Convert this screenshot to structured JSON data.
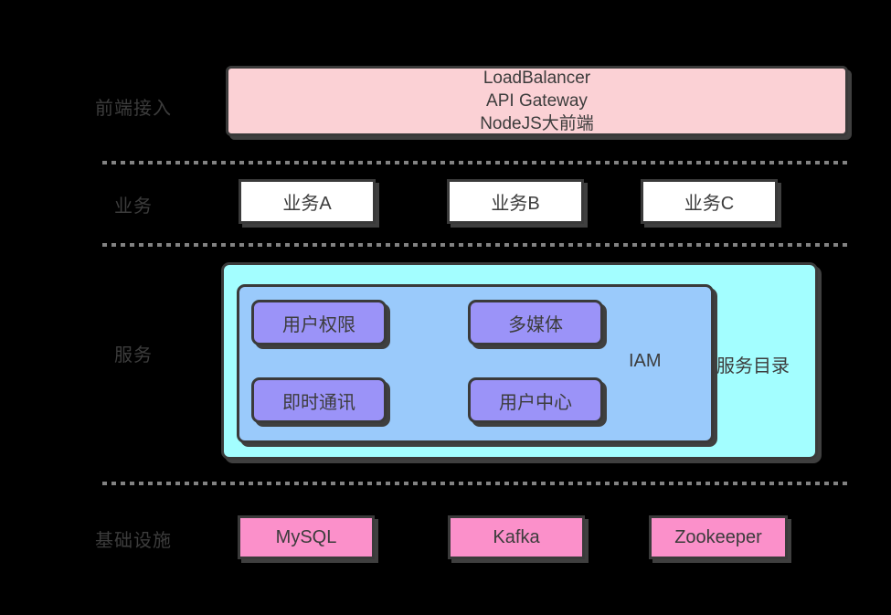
{
  "palette": {
    "background": "#000000",
    "box_border": "#3a3a3a",
    "box_shadow": "#3f3f3f",
    "dashed_line": "#828282",
    "text": "#3c3c3c",
    "frontend_fill": "#fbd1d5",
    "business_fill": "#ffffff",
    "service_catalog_fill": "#a3feff",
    "iam_fill": "#9acafb",
    "service_item_fill": "#9b93f8",
    "infrastructure_fill": "#fb90ca"
  },
  "layers": {
    "frontend": {
      "label": "前端接入",
      "lines": [
        "LoadBalancer",
        "API Gateway",
        "NodeJS大前端"
      ]
    },
    "business": {
      "label": "业务",
      "items": [
        "业务A",
        "业务B",
        "业务C"
      ]
    },
    "services": {
      "label": "服务",
      "catalog_label": "服务目录",
      "iam_label": "IAM",
      "items": [
        "用户权限",
        "多媒体",
        "即时通讯",
        "用户中心"
      ]
    },
    "infrastructure": {
      "label": "基础设施",
      "items": [
        "MySQL",
        "Kafka",
        "Zookeeper"
      ]
    }
  }
}
